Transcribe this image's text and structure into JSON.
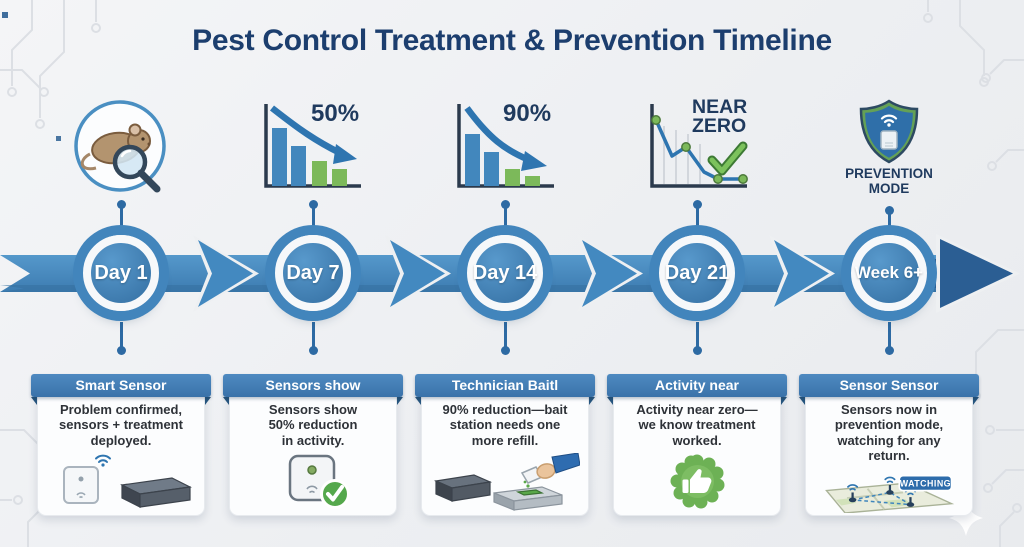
{
  "title": "Pest Control Treatment & Prevention Timeline",
  "colors": {
    "navy": "#1c3e6e",
    "band_blue": "#4a8ec5",
    "accent_blue": "#2e6cab",
    "green": "#6cb453"
  },
  "stages": [
    {
      "node_label": "Day 1",
      "icon": "rat-magnifier-icon",
      "icon_label": "",
      "card_header": "Smart Sensor",
      "card_body": "Problem confirmed,\nsensors + treatment\ndeployed."
    },
    {
      "node_label": "Day 7",
      "icon": "declining-bars-50-icon",
      "icon_label": "50%",
      "card_header": "Sensors show",
      "card_body": "Sensors show\n50% reduction\nin activity."
    },
    {
      "node_label": "Day 14",
      "icon": "declining-bars-90-icon",
      "icon_label": "90%",
      "card_header": "Technician Baitl",
      "card_body": "90% reduction—bait\nstation needs one\nmore refill."
    },
    {
      "node_label": "Day 21",
      "icon": "near-zero-line-chart-icon",
      "icon_label": "NEAR\nZERO",
      "card_header": "Activity near",
      "card_body": "Activity near zero—\nwe know treatment\nworked."
    },
    {
      "node_label": "Week 6+",
      "icon": "prevention-shield-icon",
      "icon_label": "PREVENTION\nMODE",
      "card_header": "Sensor Sensor",
      "card_body": "Sensors now in\nprevention mode,\nwatching for any\nreturn.",
      "map_badge": "WATCHING"
    }
  ]
}
